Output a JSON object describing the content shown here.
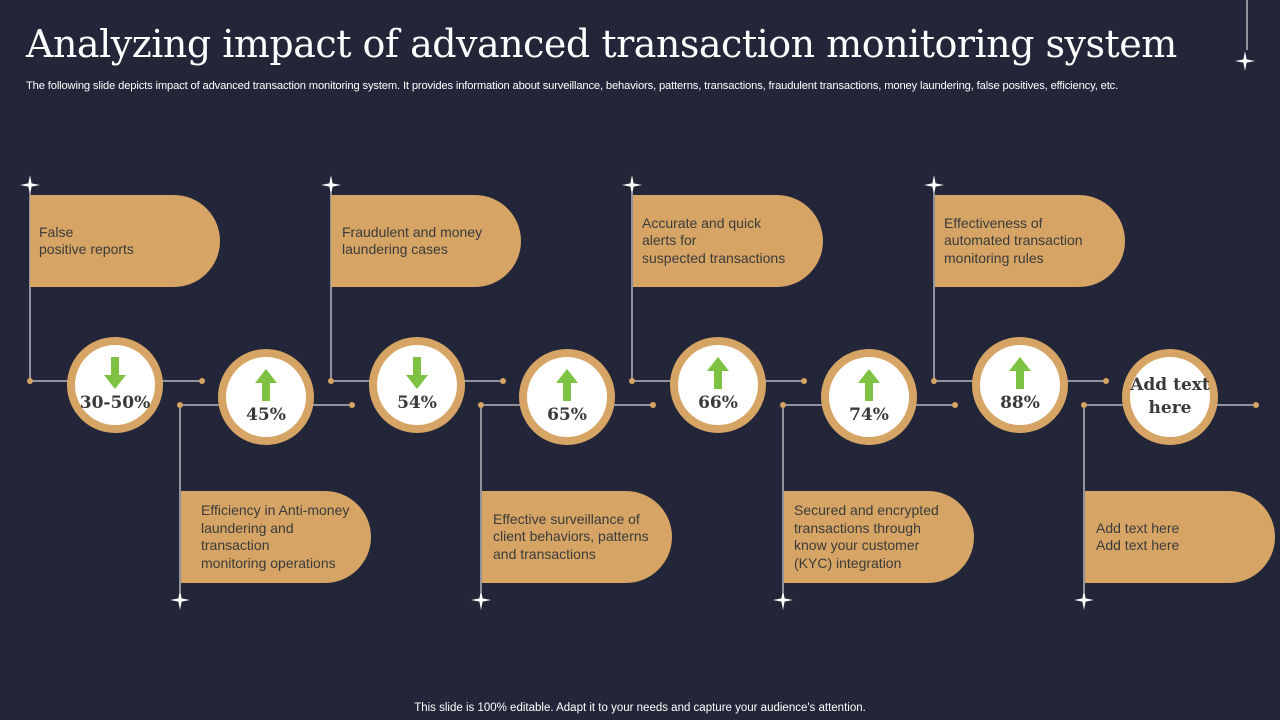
{
  "slide": {
    "title": "Analyzing impact of advanced transaction monitoring system",
    "subtitle": "The following slide depicts impact of advanced transaction monitoring system. It provides information about surveillance, behaviors, patterns, transactions, fraudulent transactions, money laundering, false positives, efficiency, etc.",
    "footer": "This slide is 100% editable. Adapt it to your needs and capture your audience's attention."
  },
  "colors": {
    "background": "#222638",
    "accent": "#d6a465",
    "arrow": "#7dc243"
  },
  "items": [
    {
      "value": "30-50%",
      "direction": "down",
      "label": "False\npositive reports"
    },
    {
      "value": "45%",
      "direction": "up",
      "label": "Efficiency in Anti-money\nlaundering  and\ntransaction\nmonitoring operations"
    },
    {
      "value": "54%",
      "direction": "down",
      "label": "Fraudulent and money\nlaundering  cases"
    },
    {
      "value": "65%",
      "direction": "up",
      "label": "Effective surveillance of\nclient behaviors, patterns\nand transactions"
    },
    {
      "value": "66%",
      "direction": "up",
      "label": "Accurate and quick\nalerts for\nsuspected transactions"
    },
    {
      "value": "74%",
      "direction": "up",
      "label": "Secured and encrypted\ntransactions through\nknow your customer\n(KYC) integration"
    },
    {
      "value": "88%",
      "direction": "up",
      "label": "Effectiveness of\nautomated transaction\nmonitoring  rules"
    },
    {
      "value": "Add text\nhere",
      "direction": "none",
      "label": "Add text here\nAdd text here"
    }
  ]
}
